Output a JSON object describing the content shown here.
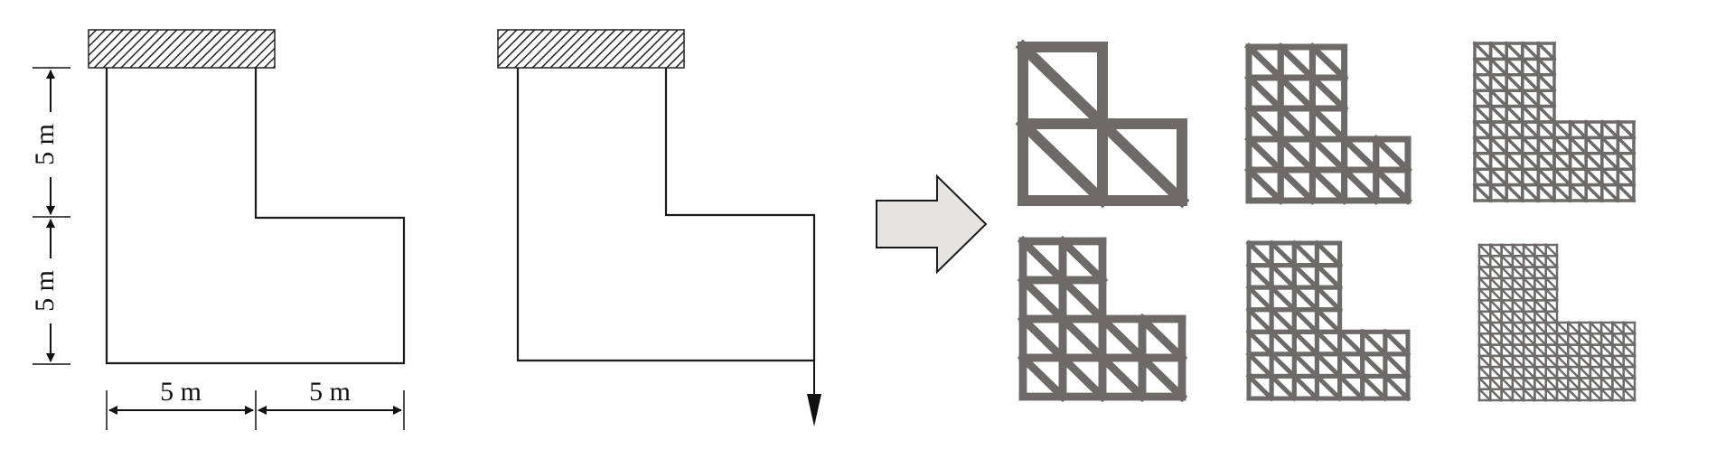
{
  "figure": {
    "labels": {
      "top_height": "5 m",
      "bottom_height": "5 m",
      "left_width": "5 m",
      "right_width": "5 m"
    },
    "arrow_icon": "right-arrow-icon",
    "colors": {
      "line": "#1a1a1a",
      "hatch": "#222222",
      "arrow_fill": "#e6e3e3",
      "topology": "#6e6a6a"
    },
    "topologies": [
      {
        "row": 1,
        "col": 1,
        "cells": 2
      },
      {
        "row": 1,
        "col": 2,
        "cells": 5
      },
      {
        "row": 1,
        "col": 3,
        "cells": 10
      },
      {
        "row": 2,
        "col": 1,
        "cells": 4
      },
      {
        "row": 2,
        "col": 2,
        "cells": 7
      },
      {
        "row": 2,
        "col": 3,
        "cells": 14
      }
    ]
  }
}
